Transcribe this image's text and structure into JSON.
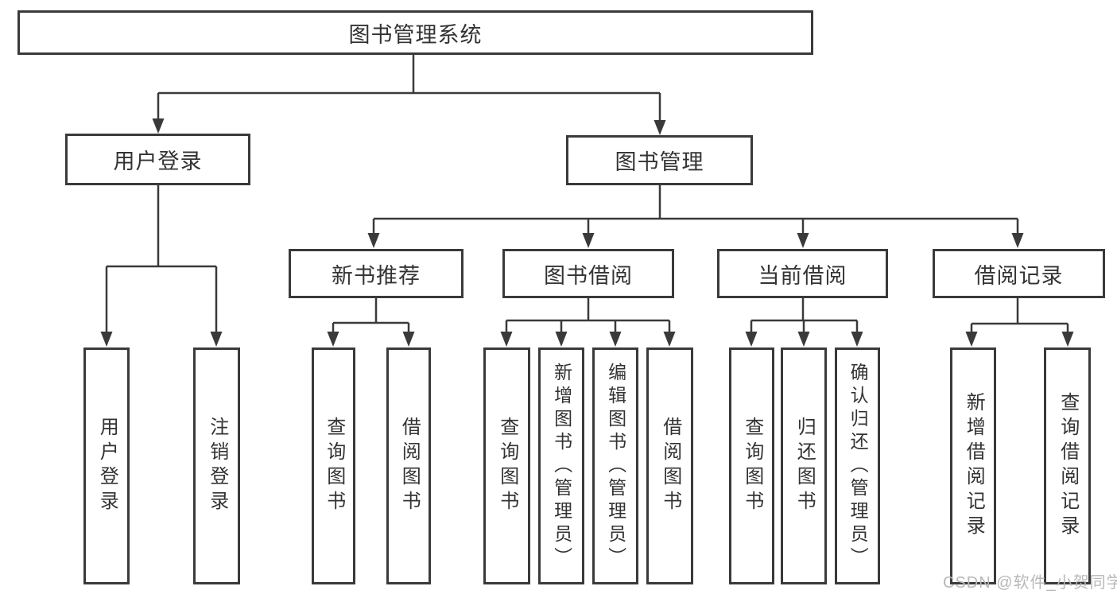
{
  "diagram": {
    "root": {
      "label": "图书管理系统"
    },
    "branches": [
      {
        "label": "用户登录",
        "children": [
          {
            "label": "用户登录"
          },
          {
            "label": "注销登录"
          }
        ]
      },
      {
        "label": "图书管理",
        "children": [
          {
            "label": "新书推荐",
            "children": [
              {
                "label": "查询图书"
              },
              {
                "label": "借阅图书"
              }
            ]
          },
          {
            "label": "图书借阅",
            "children": [
              {
                "label": "查询图书"
              },
              {
                "label": "新增图书（管理员）"
              },
              {
                "label": "编辑图书（管理员）"
              },
              {
                "label": "借阅图书"
              }
            ]
          },
          {
            "label": "当前借阅",
            "children": [
              {
                "label": "查询图书"
              },
              {
                "label": "归还图书"
              },
              {
                "label": "确认归还（管理员）"
              }
            ]
          },
          {
            "label": "借阅记录",
            "children": [
              {
                "label": "新增借阅记录"
              },
              {
                "label": "查询借阅记录"
              }
            ]
          }
        ]
      }
    ]
  },
  "watermark": {
    "text": "CSDN @软件_小贺同学"
  },
  "colors": {
    "line": "#3a3a3a",
    "box_border": "#3a3a3a",
    "text": "#333333",
    "watermark": "#b8b8b8",
    "background": "#ffffff"
  }
}
